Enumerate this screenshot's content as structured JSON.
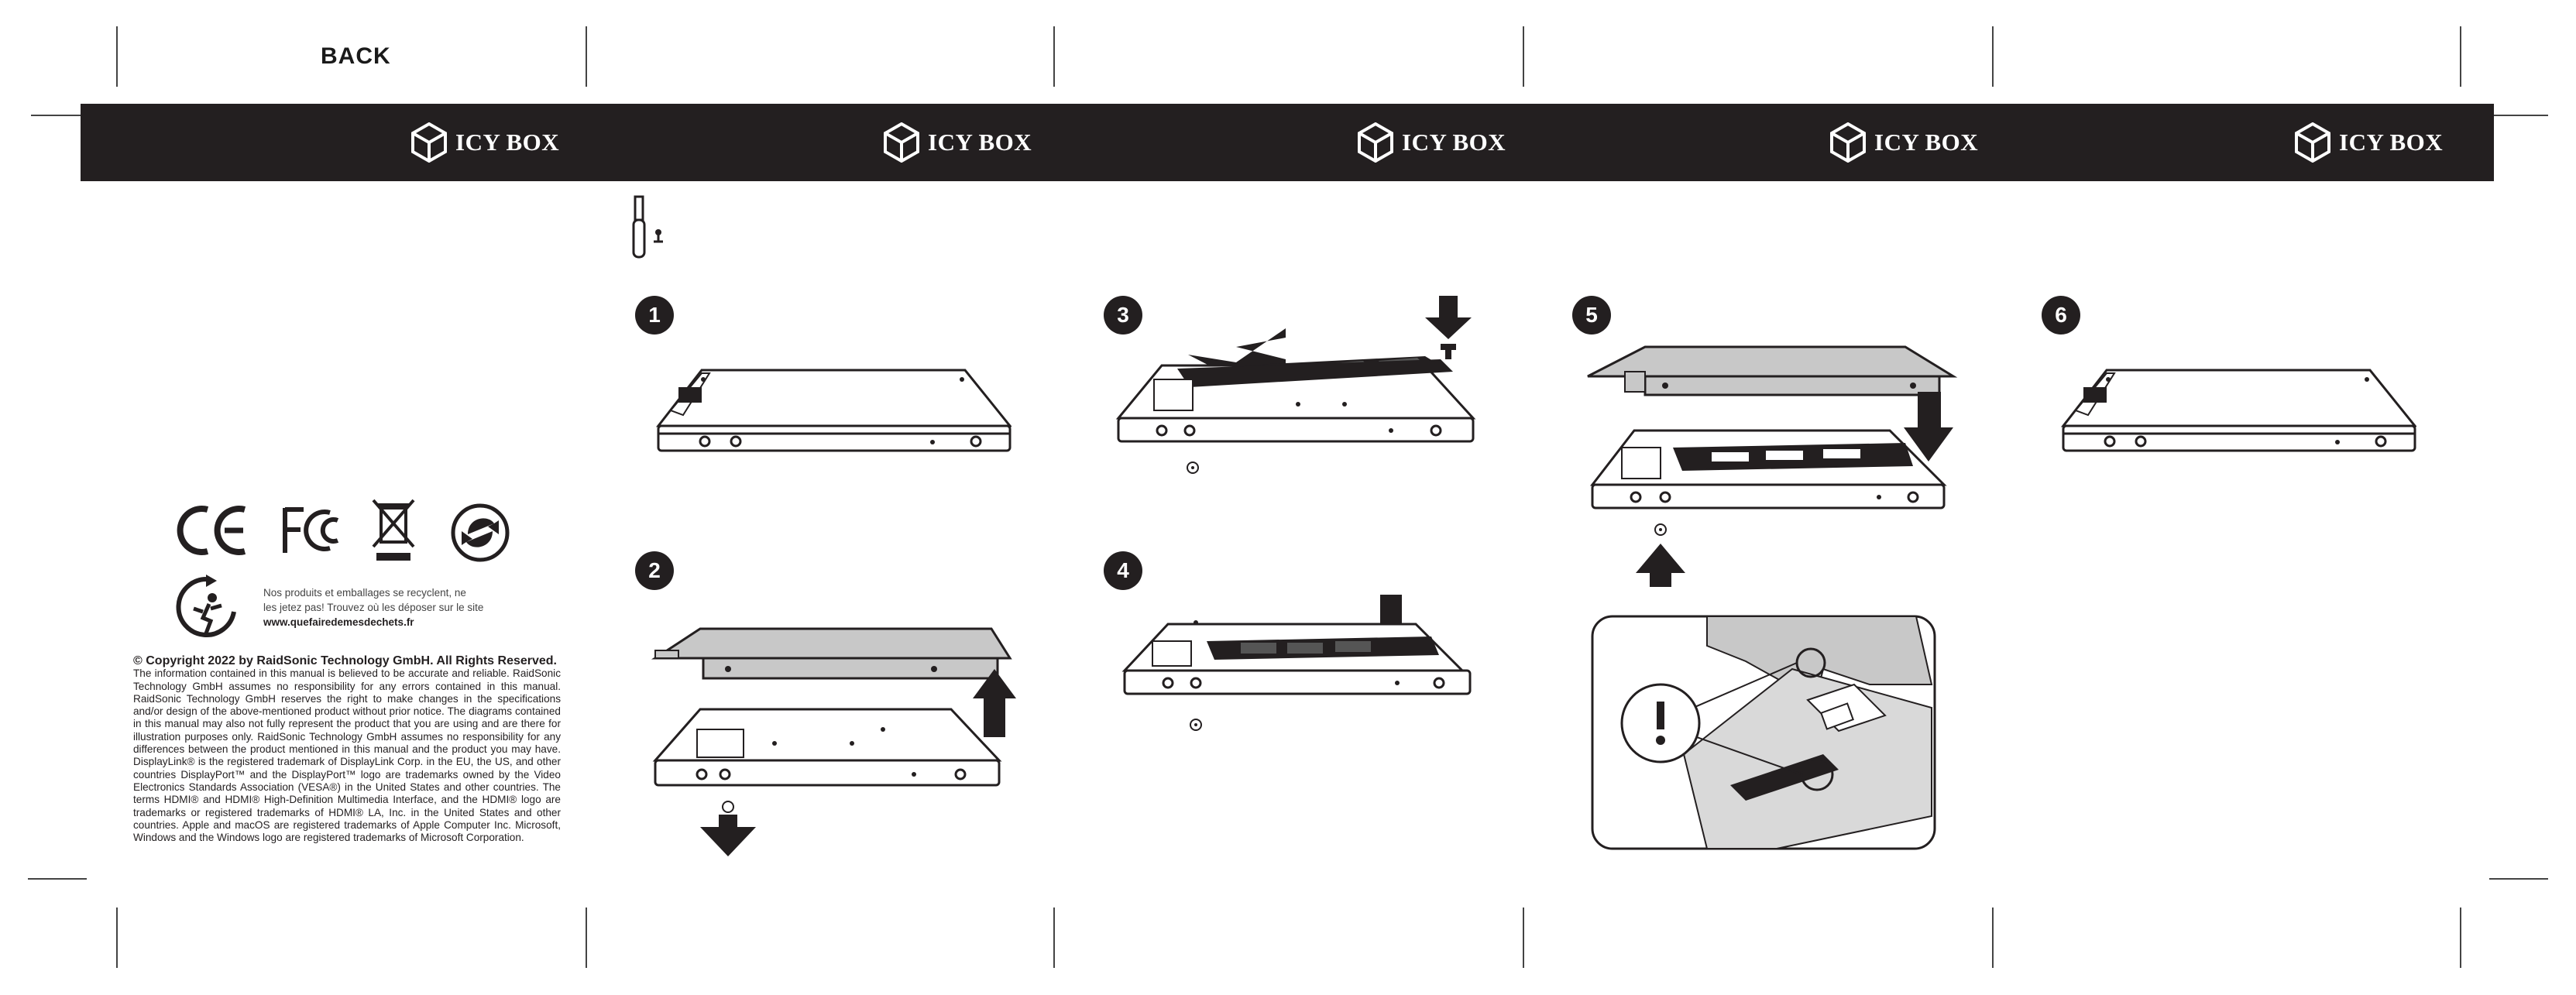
{
  "back_label": "BACK",
  "brand": {
    "name": "ICY BOX",
    "band_color": "#231f20"
  },
  "tool_icon": "screwdriver-icon",
  "steps": [
    {
      "number": "1"
    },
    {
      "number": "2"
    },
    {
      "number": "3"
    },
    {
      "number": "4"
    },
    {
      "number": "5"
    },
    {
      "number": "6"
    }
  ],
  "certifications": [
    "ce-mark-icon",
    "fcc-mark-icon",
    "weee-bin-icon",
    "green-dot-icon",
    "triman-icon"
  ],
  "recycling": {
    "line1": "Nos produits et emballages se recyclent, ne",
    "line2": "les jetez pas! Trouvez où les déposer sur le site",
    "url": "www.quefairedemesdechets.fr"
  },
  "copyright": {
    "heading": "© Copyright 2022 by RaidSonic Technology GmbH. All Rights Reserved.",
    "body": "The information contained in this manual is believed to be accurate and reliable. RaidSonic Technology GmbH assumes no responsibility for any errors contained in this manual. RaidSonic Technology GmbH reserves the right to make changes in the specifications and/or design of the above-mentioned product without prior notice. The diagrams contained in this manual may also not fully represent the product that you are using and are there for illustration purposes only. RaidSonic Technology GmbH assumes no responsibility for any differences between the product mentioned in this manual and the product you may have. DisplayLink® is the registered trademark of DisplayLink Corp. in the EU, the US, and other countries DisplayPort™ and the DisplayPort™ logo are trademarks owned by the Video Electronics Standards Association (VESA®) in the United States and other countries. The terms HDMI® and HDMI® High-Definition Multimedia Interface, and the HDMI® logo are trademarks or registered trademarks of HDMI® LA, Inc. in the United States and other countries. Apple and macOS are registered trademarks of Apple Computer Inc. Microsoft, Windows and the Windows logo are registered trademarks of Microsoft Corporation."
  }
}
